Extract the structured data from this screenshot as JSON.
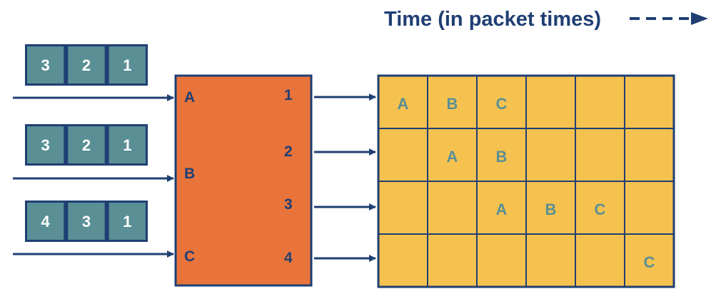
{
  "time_label": "Time (in packet times)",
  "inputs": [
    {
      "port": "A",
      "queue": [
        "3",
        "2",
        "1"
      ]
    },
    {
      "port": "B",
      "queue": [
        "3",
        "2",
        "1"
      ]
    },
    {
      "port": "C",
      "queue": [
        "4",
        "3",
        "1"
      ]
    }
  ],
  "outputs": [
    "1",
    "2",
    "3",
    "4"
  ],
  "timeline": [
    [
      "A",
      "B",
      "C",
      "",
      "",
      ""
    ],
    [
      "",
      "A",
      "B",
      "",
      "",
      ""
    ],
    [
      "",
      "",
      "A",
      "B",
      "C",
      ""
    ],
    [
      "",
      "",
      "",
      "",
      "",
      "C"
    ]
  ],
  "colors": {
    "navy": "#1f3f73",
    "queue_fill": "#5a8f96",
    "switch_fill": "#e8743b",
    "grid_fill": "#f5c250",
    "grid_text": "#5a8f96"
  }
}
